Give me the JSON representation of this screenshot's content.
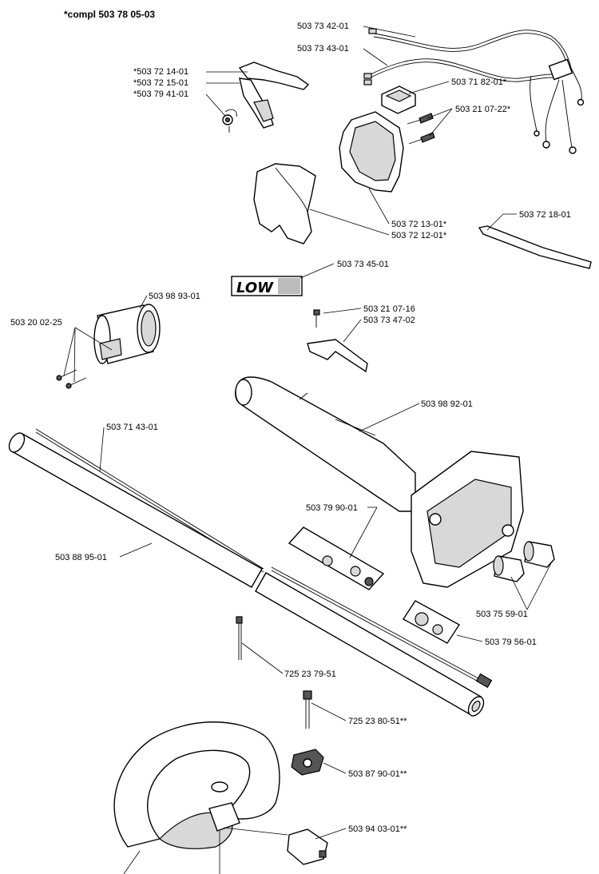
{
  "header": {
    "kit_label": "*compl 503 78 05-03"
  },
  "callouts": {
    "c1": "503 73 42-01",
    "c2": "503 73 43-01",
    "c3": "*503 72 14-01",
    "c4": "*503 72 15-01",
    "c5": "*503 79 41-01",
    "c6": "503 71 82-01*",
    "c7": "503 21 07-22*",
    "c8": "503 72 13-01*",
    "c9": "503 72 12-01*",
    "c10": "503 72 18-01",
    "c11": "503 73 45-01",
    "c12": "503 98 93-01",
    "c13": "503 20 02-25",
    "c14": "503 21 07-16",
    "c15": "503 73 47-02",
    "c16": "503 98 92-01",
    "c17": "503 71 43-01",
    "c18": "503 79 90-01",
    "c19": "503 88 95-01",
    "c20": "503 75 59-01",
    "c21": "503 79 56-01",
    "c22": "725 23 79-51",
    "c23": "725 23 80-51**",
    "c24": "503 87 90-01**",
    "c25": "503 94 03-01**"
  },
  "decal": {
    "logo_text": "LOW"
  }
}
